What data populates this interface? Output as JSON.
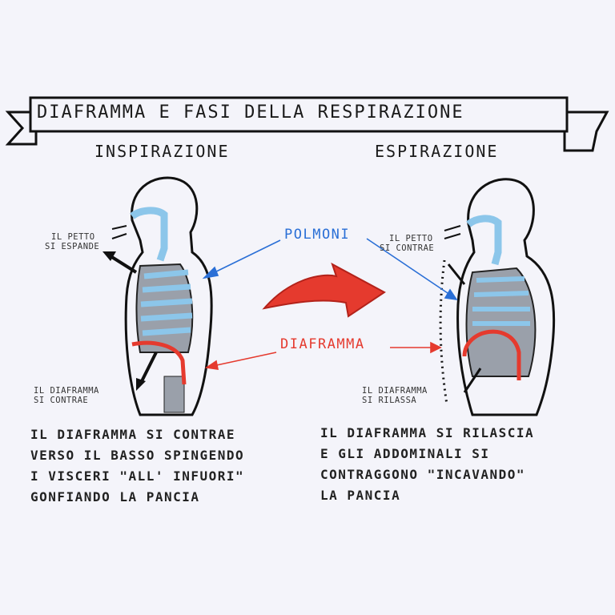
{
  "title": "Diaframma e fasi della respirazione",
  "phases": {
    "inspiration": {
      "heading": "Inspirazione",
      "chest_note": [
        "Il petto",
        "si espande"
      ],
      "diaphragm_note": [
        "Il diaframma",
        "si contrae"
      ],
      "description": [
        "Il diaframma si contrae",
        "verso il basso spingendo",
        "i visceri \"all' infuori\"",
        "gonfiando la pancia"
      ]
    },
    "expiration": {
      "heading": "Espirazione",
      "chest_note": [
        "Il petto",
        "si contrae"
      ],
      "diaphragm_note": [
        "Il diaframma",
        "si rilassa"
      ],
      "description": [
        "Il diaframma si rilascia",
        "e gli addominali si",
        "contraggono \"incavando\"",
        "la pancia"
      ]
    }
  },
  "labels": {
    "lungs": "Polmoni",
    "diaphragm": "Diaframma"
  },
  "colors": {
    "lungs": "#2a6fd6",
    "diaphragm": "#e53a2e",
    "lung_fill": "#8cc6ea",
    "ribs": "#8a8f99"
  }
}
